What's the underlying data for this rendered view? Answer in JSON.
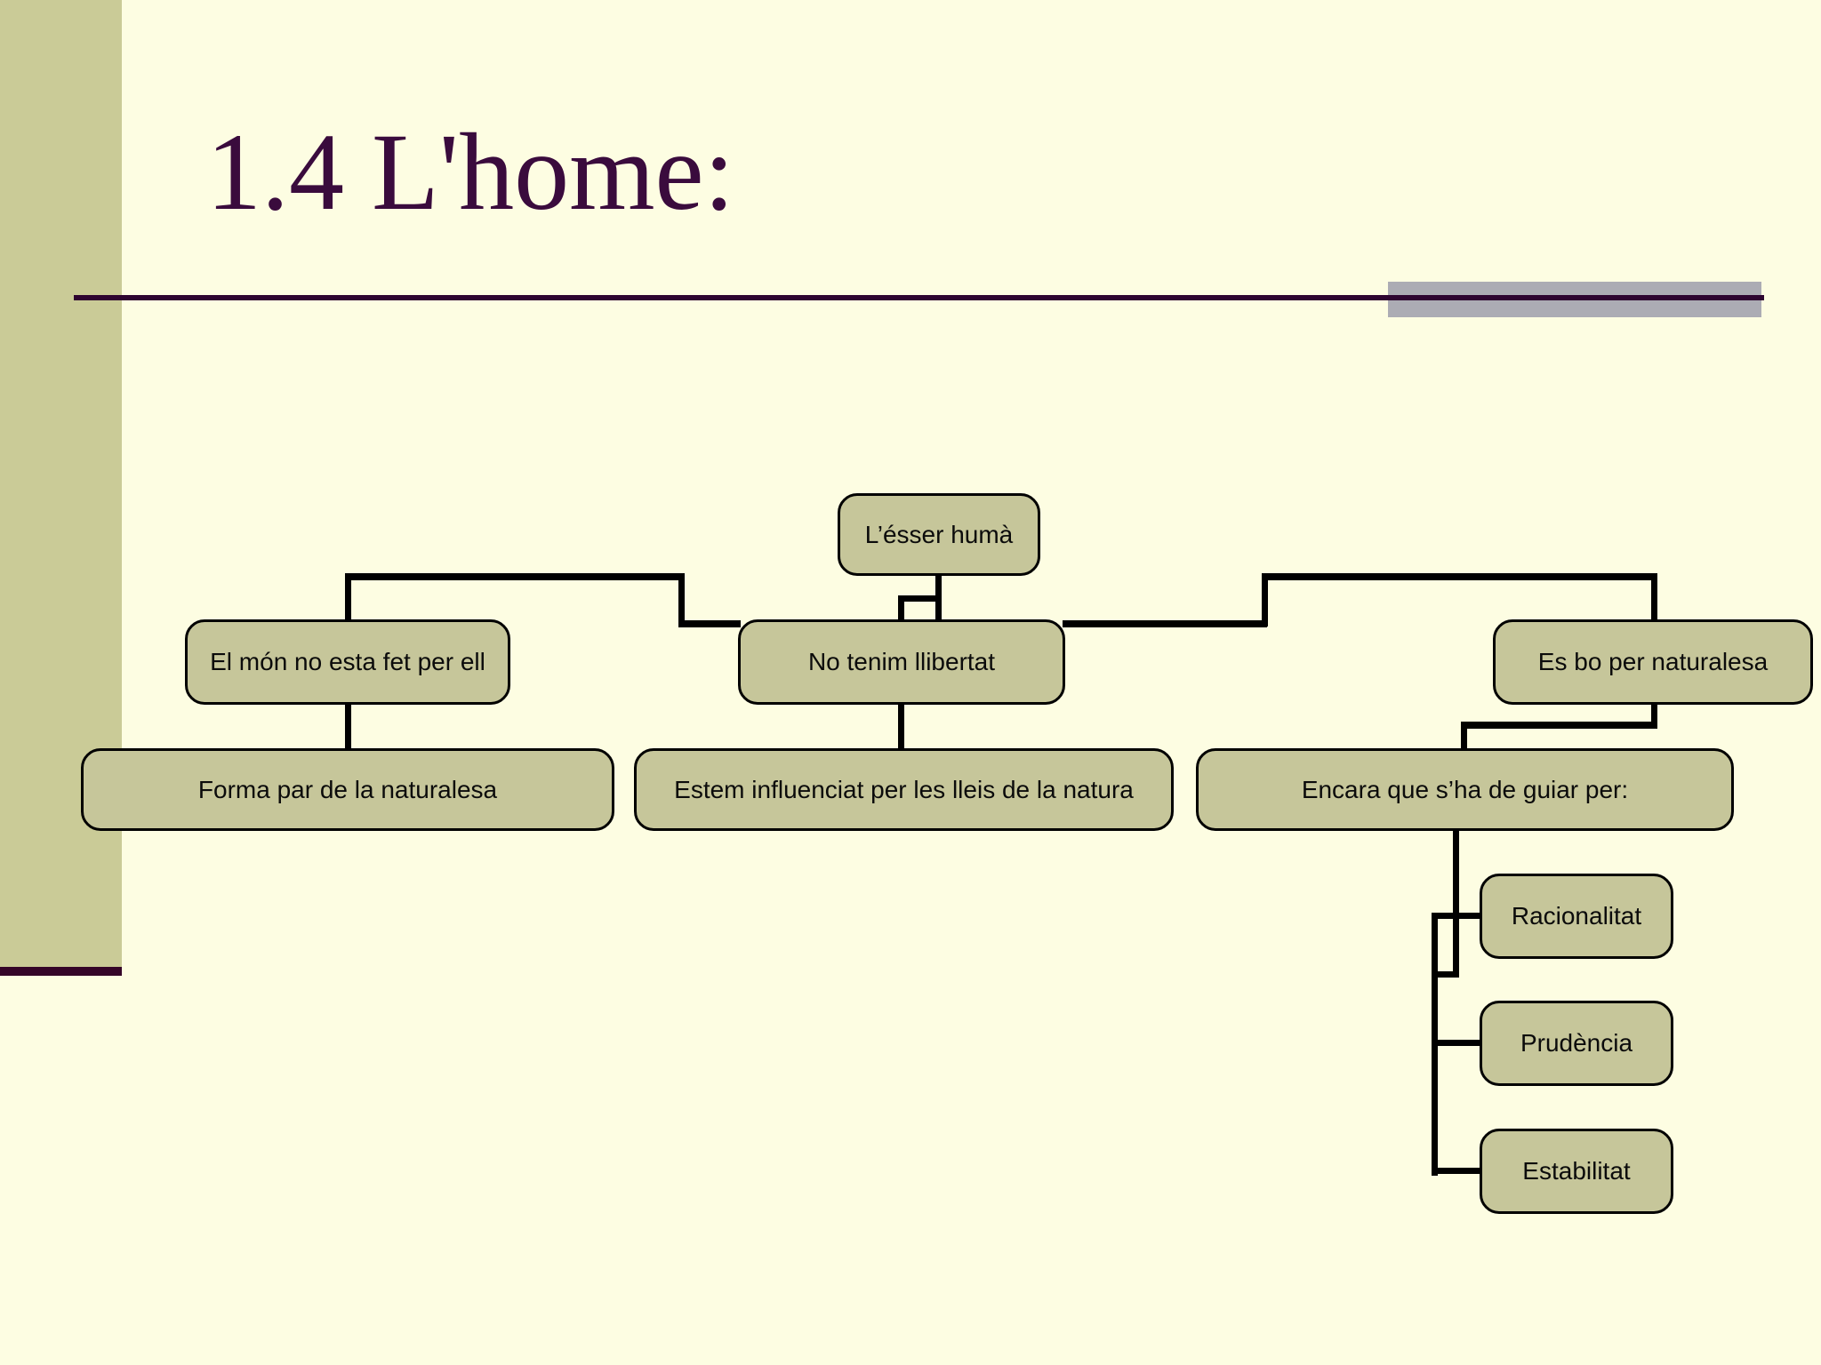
{
  "slide": {
    "title": "1.4 L'home:",
    "colors": {
      "background": "#FDFDE2",
      "sidebar": "#CACB97",
      "sidebar_strip": "#350528",
      "title_text": "#3A0B3D",
      "rule": "#2E0530",
      "gray_block": "#ACACB4",
      "node_fill": "#C6C69A",
      "node_border": "#000000",
      "node_text": "#0B0B0B"
    }
  },
  "diagram": {
    "type": "org-chart",
    "nodes": [
      {
        "id": "esser-huma",
        "label": "L’ésser humà",
        "parent": null
      },
      {
        "id": "mon-no-fet",
        "label": "El món no esta fet per ell",
        "parent": "esser-huma"
      },
      {
        "id": "no-llibertat",
        "label": "No tenim llibertat",
        "parent": "esser-huma"
      },
      {
        "id": "bo-naturalesa",
        "label": "Es bo per naturalesa",
        "parent": "esser-huma"
      },
      {
        "id": "forma-par",
        "label": "Forma par de la naturalesa",
        "parent": "mon-no-fet"
      },
      {
        "id": "influenciat",
        "label": "Estem influenciat per les lleis de la natura",
        "parent": "no-llibertat"
      },
      {
        "id": "encara-guiar",
        "label": "Encara que s’ha de guiar per:",
        "parent": "bo-naturalesa"
      },
      {
        "id": "racionalitat",
        "label": "Racionalitat",
        "parent": "encara-guiar"
      },
      {
        "id": "prudencia",
        "label": "Prudència",
        "parent": "encara-guiar"
      },
      {
        "id": "estabilitat",
        "label": "Estabilitat",
        "parent": "encara-guiar"
      }
    ]
  }
}
